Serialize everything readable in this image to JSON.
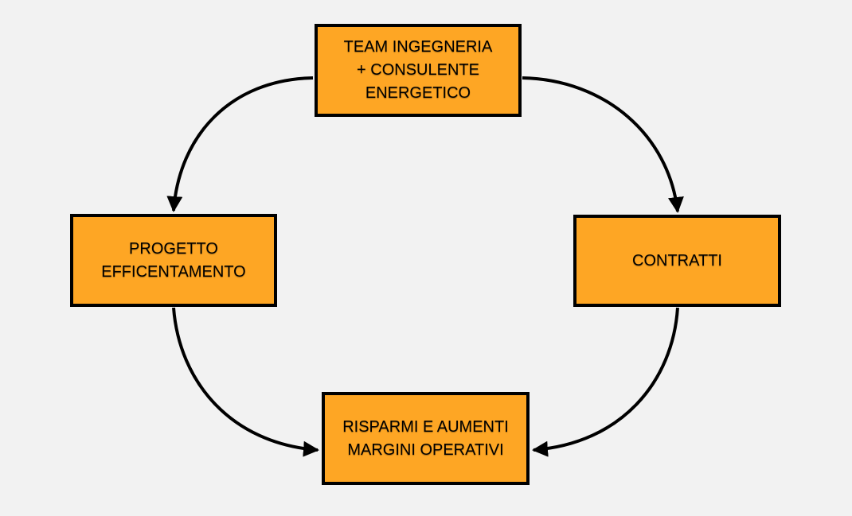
{
  "colors": {
    "background": "#f2f2f2",
    "node_fill": "#fea624",
    "node_border": "#000000",
    "connector": "#000000"
  },
  "nodes": {
    "top": {
      "label": "TEAM INGEGNERIA\n+ CONSULENTE\nENERGETICO"
    },
    "left": {
      "label": "PROGETTO\nEFFICENTAMENTO"
    },
    "right": {
      "label": "CONTRATTI"
    },
    "bottom": {
      "label": "RISPARMI E AUMENTI\nMARGINI OPERATIVI"
    }
  },
  "edges": [
    {
      "from": "top",
      "to": "left"
    },
    {
      "from": "top",
      "to": "right"
    },
    {
      "from": "left",
      "to": "bottom"
    },
    {
      "from": "right",
      "to": "bottom"
    }
  ]
}
